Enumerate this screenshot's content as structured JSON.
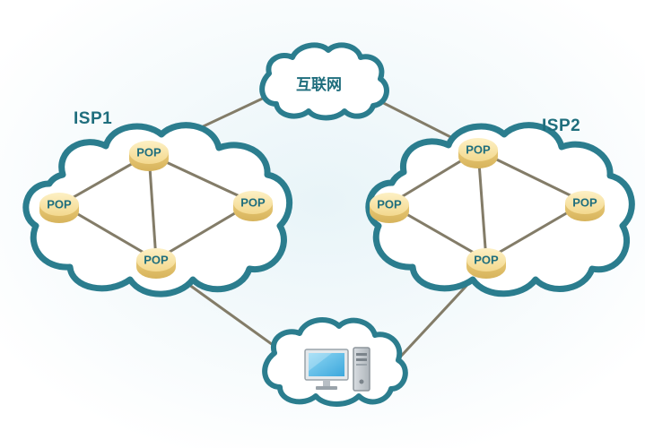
{
  "diagram": {
    "internet_label": "互联网",
    "isp1_label": "ISP1",
    "isp2_label": "ISP2",
    "node_label": "POP",
    "computer_icon": "desktop-computer-icon",
    "colors": {
      "cloud_outline": "#2b7d8e",
      "cloud_fill": "#ffffff",
      "link_line": "#837c68",
      "pop_fill": "#f6e2a6",
      "pop_text": "#1f6e7d",
      "label_text": "#1f6e7d"
    }
  }
}
